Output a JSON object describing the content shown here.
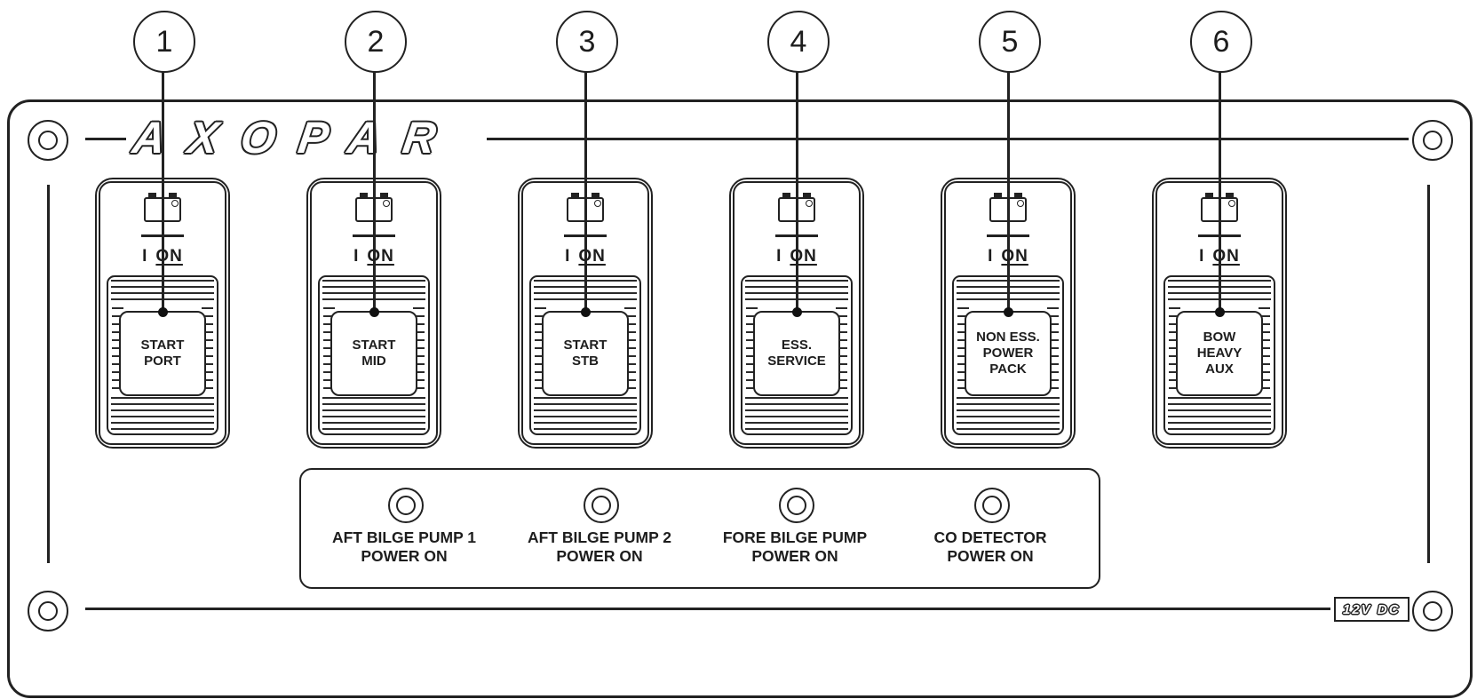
{
  "brand": {
    "logo_text": "AXOPAR"
  },
  "power_badge": {
    "label": "12V DC"
  },
  "switch_common": {
    "position_label_i": "I",
    "position_label_on": "ON"
  },
  "callouts": [
    {
      "number": "1"
    },
    {
      "number": "2"
    },
    {
      "number": "3"
    },
    {
      "number": "4"
    },
    {
      "number": "5"
    },
    {
      "number": "6"
    }
  ],
  "switches": [
    {
      "label": "START\nPORT"
    },
    {
      "label": "START\nMID"
    },
    {
      "label": "START\nSTB"
    },
    {
      "label": "ESS.\nSERVICE"
    },
    {
      "label": "NON ESS.\nPOWER\nPACK"
    },
    {
      "label": "BOW\nHEAVY\nAUX"
    }
  ],
  "indicators": [
    {
      "label": "AFT BILGE PUMP 1\nPOWER ON"
    },
    {
      "label": "AFT BILGE PUMP 2\nPOWER ON"
    },
    {
      "label": "FORE BILGE PUMP\nPOWER ON"
    },
    {
      "label": "CO DETECTOR\nPOWER ON"
    }
  ]
}
